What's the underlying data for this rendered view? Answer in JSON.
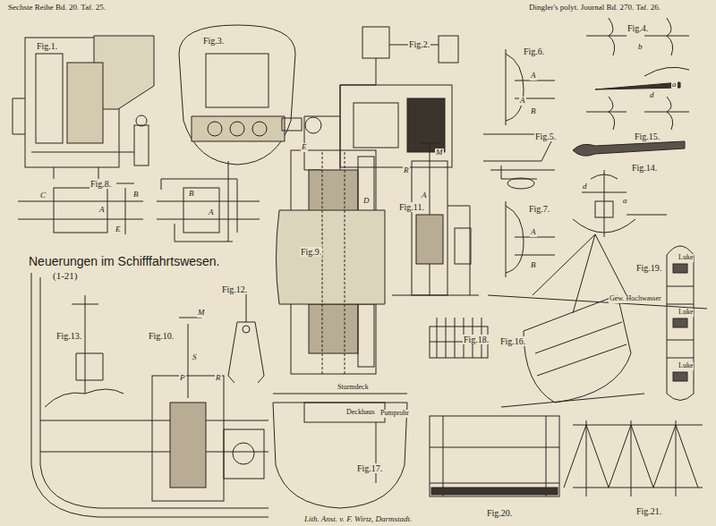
{
  "diagram": {
    "title": "Neuerungen im Schifffahrtswesen.",
    "caption": "Lith. Anst. v. F. Wirtz, Darmstadt.",
    "labels": [
      "Sechste Reihe Bd. 20. Taf. 25.",
      "Dingler's polyt. Journal Bd. 270. Taf. 26.",
      "(1-21)",
      "Fig.1.",
      "Fig.2.",
      "Fig.3.",
      "Fig.4.",
      "Fig.5.",
      "Fig.6.",
      "Fig.7.",
      "Fig.8.",
      "Fig.9.",
      "Fig.10.",
      "Fig.11.",
      "Fig.12.",
      "Fig.13.",
      "Fig.14.",
      "Fig.15.",
      "Fig.16.",
      "Fig.18.",
      "Fig.17.",
      "Fig.19.",
      "Fig.20.",
      "Fig.21.",
      "Sturmdeck",
      "Deckhaus",
      "Pumprohr",
      "Gew. Hochwasser",
      "Luke",
      "Luke",
      "Luke",
      "A",
      "B",
      "C",
      "E",
      "A",
      "B",
      "D",
      "E",
      "M",
      "R",
      "A",
      "M",
      "S",
      "P",
      "R",
      "A",
      "a",
      "b",
      "d",
      "d",
      "a",
      "A",
      "B",
      "A",
      "B"
    ]
  }
}
